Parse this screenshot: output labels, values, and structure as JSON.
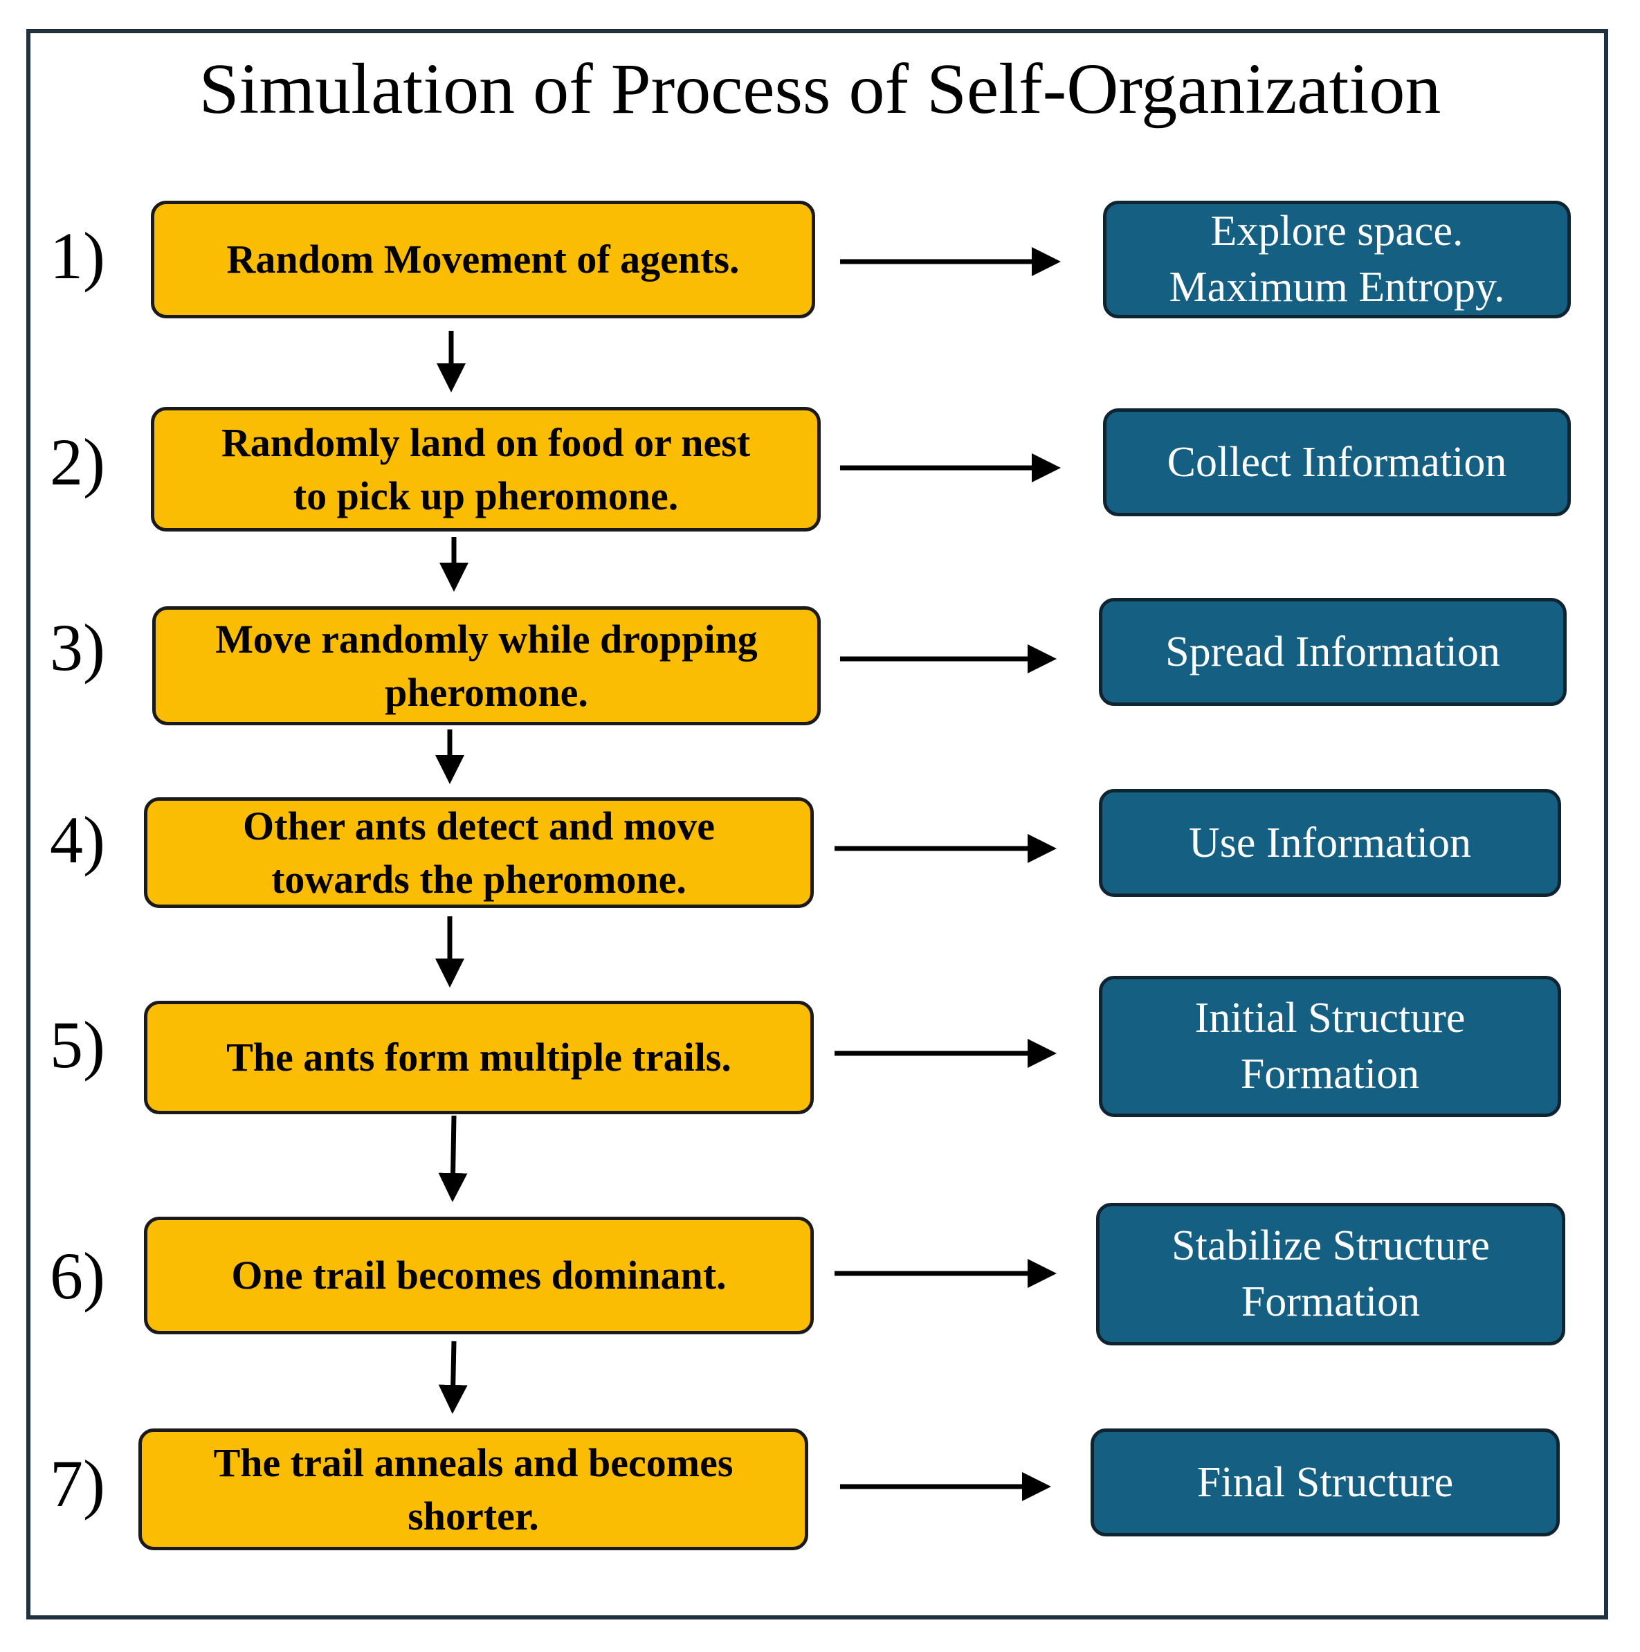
{
  "diagram": {
    "title": "Simulation of Process of Self-Organization",
    "steps": [
      {
        "number": "1)",
        "lines": [
          "Random Movement of agents."
        ],
        "outcome": [
          "Explore space.",
          "Maximum Entropy."
        ]
      },
      {
        "number": "2)",
        "lines": [
          "Randomly land on food or nest",
          "to pick up pheromone."
        ],
        "outcome": [
          "Collect Information"
        ]
      },
      {
        "number": "3)",
        "lines": [
          "Move randomly while dropping",
          "pheromone."
        ],
        "outcome": [
          "Spread Information"
        ]
      },
      {
        "number": "4)",
        "lines": [
          "Other ants detect and move",
          "towards the pheromone."
        ],
        "outcome": [
          "Use Information"
        ]
      },
      {
        "number": "5)",
        "lines": [
          "The ants form multiple trails."
        ],
        "outcome": [
          "Initial Structure",
          "Formation"
        ]
      },
      {
        "number": "6)",
        "lines": [
          "One trail becomes dominant."
        ],
        "outcome": [
          "Stabilize Structure",
          "Formation"
        ]
      },
      {
        "number": "7)",
        "lines": [
          "The trail anneals and becomes",
          "shorter."
        ],
        "outcome": [
          "Final Structure"
        ]
      }
    ],
    "colors": {
      "step_fill": "#fbbc04",
      "outcome_fill": "#155f82",
      "border": "#1f3140",
      "arrow": "#000000"
    }
  }
}
